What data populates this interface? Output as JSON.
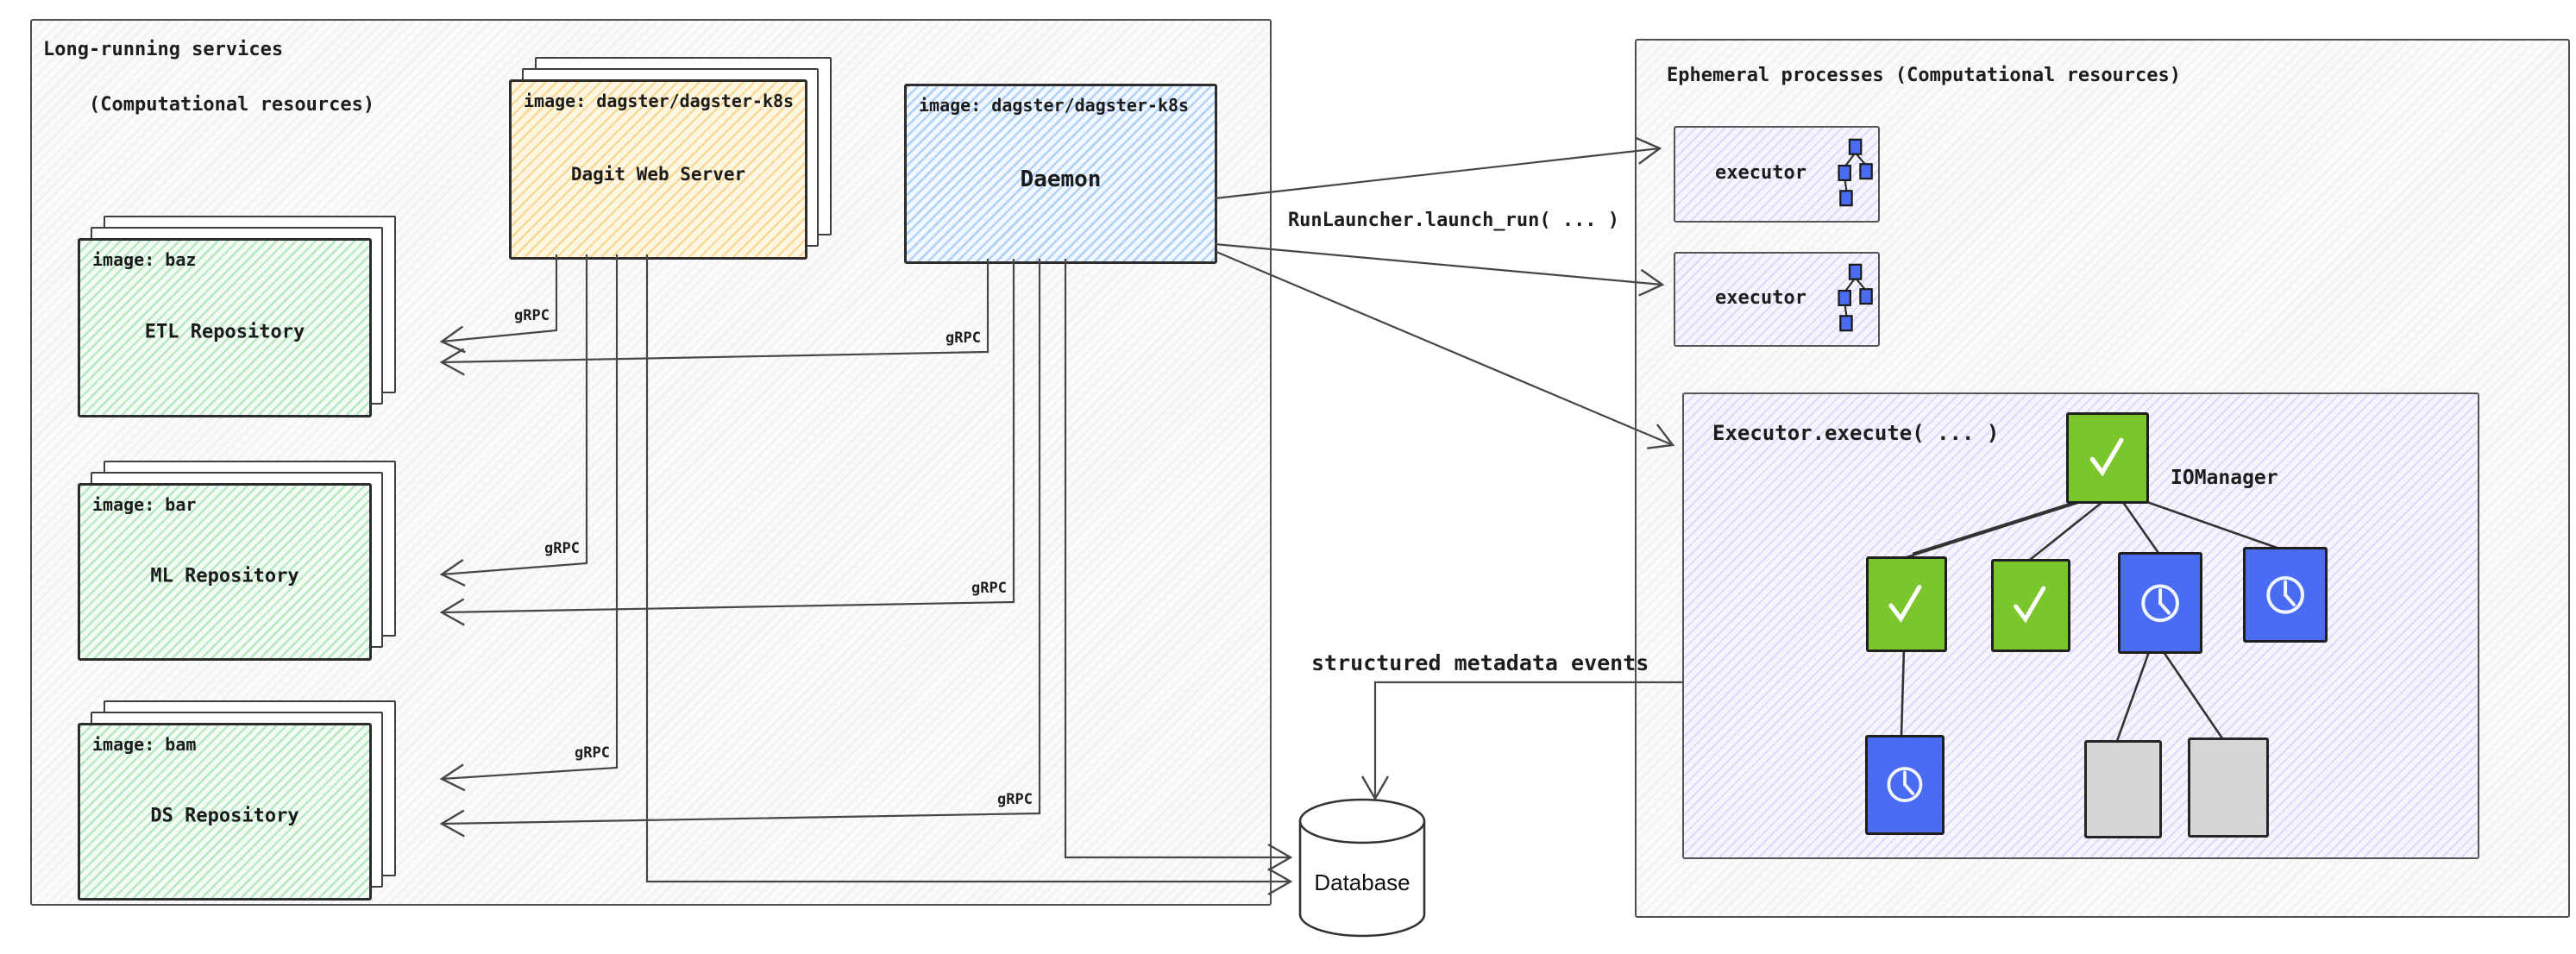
{
  "left_panel": {
    "title_line1": "Long-running services",
    "title_line2": "(Computational resources)",
    "grpc_label": "gRPC",
    "dagit": {
      "image_label": "image: dagster/dagster-k8s",
      "name": "Dagit Web Server"
    },
    "daemon": {
      "image_label": "image: dagster/dagster-k8s",
      "name": "Daemon"
    },
    "repos": [
      {
        "image_label": "image: baz",
        "name": "ETL Repository"
      },
      {
        "image_label": "image: bar",
        "name": "ML Repository"
      },
      {
        "image_label": "image: bam",
        "name": "DS Repository"
      }
    ]
  },
  "right_panel": {
    "title": "Ephemeral processes (Computational resources)",
    "executors": [
      {
        "label": "executor"
      },
      {
        "label": "executor"
      }
    ],
    "execute_box": {
      "title": "Executor.execute( ... )",
      "iomanager_label": "IOManager",
      "dag": {
        "nodes": [
          {
            "id": "root",
            "state": "success"
          },
          {
            "id": "step1",
            "state": "success"
          },
          {
            "id": "step2",
            "state": "success"
          },
          {
            "id": "step3",
            "state": "running"
          },
          {
            "id": "step4",
            "state": "running"
          },
          {
            "id": "step5",
            "state": "running"
          },
          {
            "id": "step6",
            "state": "pending"
          },
          {
            "id": "step7",
            "state": "pending"
          }
        ],
        "edges": [
          [
            "root",
            "step1"
          ],
          [
            "root",
            "step2"
          ],
          [
            "root",
            "step3"
          ],
          [
            "root",
            "step4"
          ],
          [
            "step1",
            "step5"
          ],
          [
            "step3",
            "step6"
          ],
          [
            "step3",
            "step7"
          ]
        ]
      }
    }
  },
  "connections": {
    "run_launcher_label": "RunLauncher.launch_run( ... )",
    "metadata_label": "structured metadata events"
  },
  "database": {
    "label": "Database"
  },
  "colors": {
    "success_green": "#7bc62d",
    "running_blue": "#4a6cf2",
    "pending_gray": "#d6d6d6",
    "dagit_yellow_hatch": "#f3ba4d",
    "daemon_blue_hatch": "#7eb1eb",
    "repo_green_hatch": "#79d28c",
    "ephemeral_lavender_hatch": "#a7a0f0",
    "line": "#474747"
  }
}
